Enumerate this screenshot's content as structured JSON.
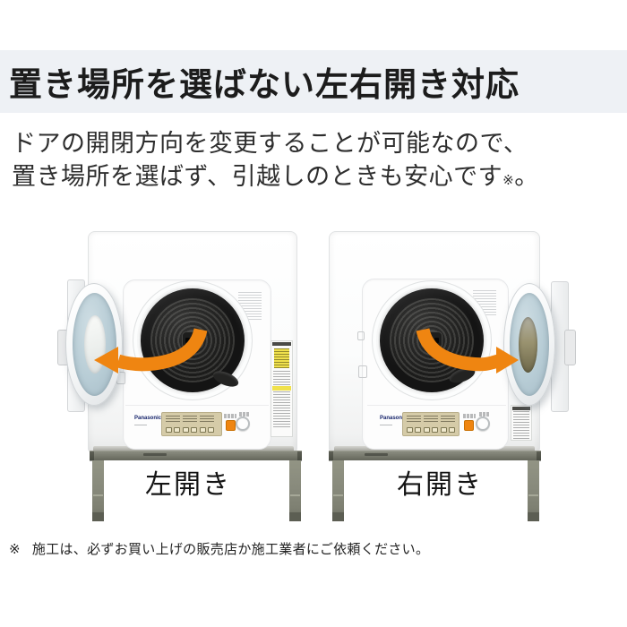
{
  "header": {
    "title": "置き場所を選ばない左右開き対応"
  },
  "description": {
    "line1": "ドアの開閉方向を変更することが可能なので、",
    "line2": "置き場所を選ばず、引越しのときも安心です",
    "ref_mark": "※",
    "line2_end": "。"
  },
  "products": {
    "brand": "Panasonic",
    "left": {
      "caption": "左開き",
      "arrow_direction": "left",
      "arrow_icon": "swing-arrow-left-icon"
    },
    "right": {
      "caption": "右開き",
      "arrow_direction": "right",
      "arrow_icon": "swing-arrow-right-icon"
    }
  },
  "footnote": {
    "marker": "※",
    "text": "施工は、必ずお買い上げの販売店か施工業者にご依頼ください。"
  },
  "colors": {
    "band_bg": "#eef1f5",
    "accent_orange": "#ef8511",
    "door_glass_blue": "#b7ccd5",
    "warning_yellow": "#f0e14c",
    "panel_tan": "#d5cba8",
    "logo_blue": "#16246b",
    "stand_olive": "#74766a"
  }
}
